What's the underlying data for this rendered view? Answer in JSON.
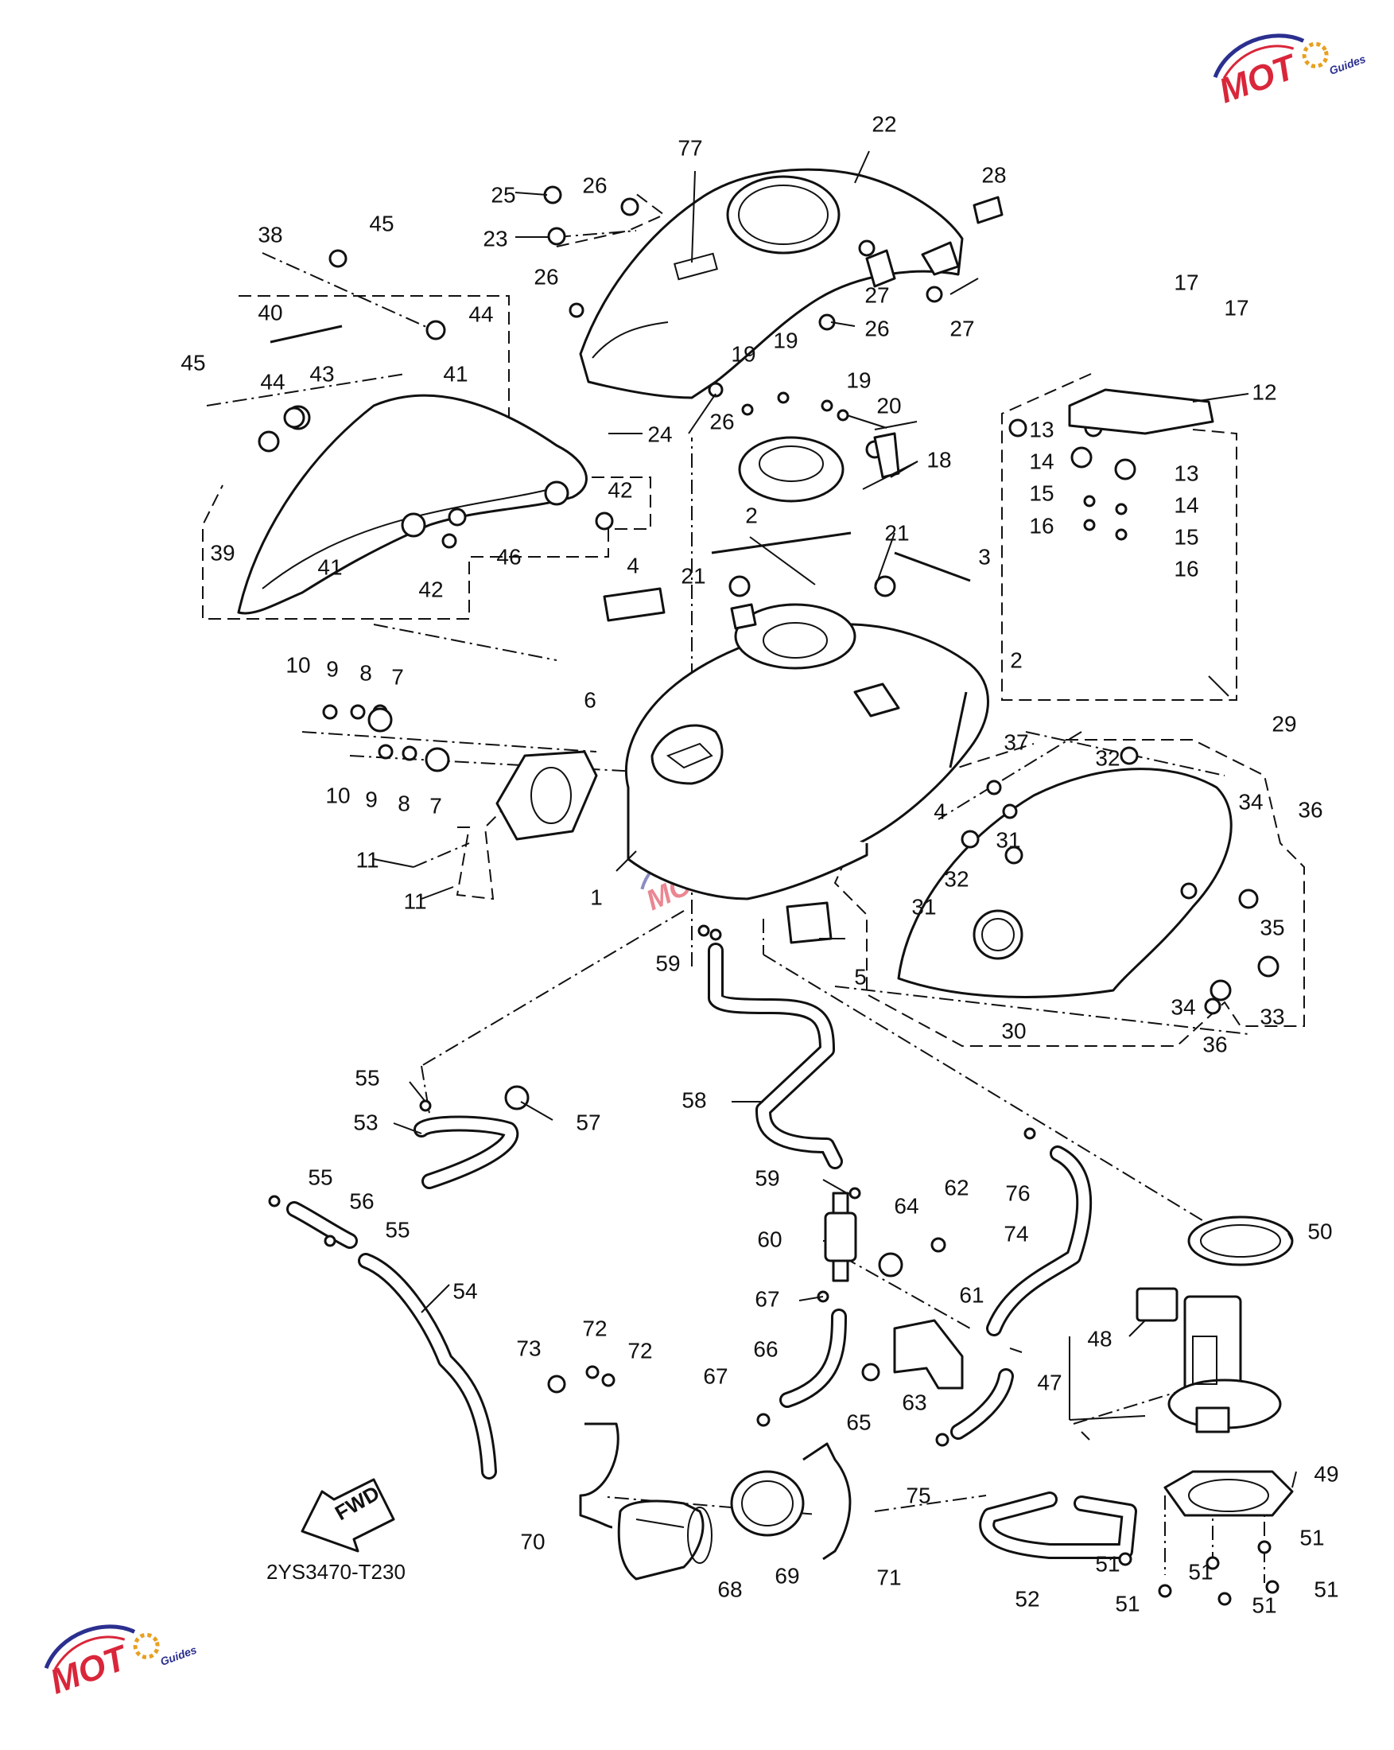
{
  "diagram": {
    "drawing_code": "2YS3470-T230",
    "direction_label": "FWD",
    "watermark": {
      "text": "MOT",
      "subtext": "Guides",
      "colors": {
        "primary": "#d9263a",
        "secondary": "#2b2f8f"
      }
    },
    "part_labels": [
      {
        "id": "1",
        "text": "1"
      },
      {
        "id": "2a",
        "text": "2"
      },
      {
        "id": "2b",
        "text": "2"
      },
      {
        "id": "3",
        "text": "3"
      },
      {
        "id": "4a",
        "text": "4"
      },
      {
        "id": "4b",
        "text": "4"
      },
      {
        "id": "5",
        "text": "5"
      },
      {
        "id": "6",
        "text": "6"
      },
      {
        "id": "7a",
        "text": "7"
      },
      {
        "id": "7b",
        "text": "7"
      },
      {
        "id": "8a",
        "text": "8"
      },
      {
        "id": "8b",
        "text": "8"
      },
      {
        "id": "9a",
        "text": "9"
      },
      {
        "id": "9b",
        "text": "9"
      },
      {
        "id": "10a",
        "text": "10"
      },
      {
        "id": "10b",
        "text": "10"
      },
      {
        "id": "11a",
        "text": "11"
      },
      {
        "id": "11b",
        "text": "11"
      },
      {
        "id": "12",
        "text": "12"
      },
      {
        "id": "13a",
        "text": "13"
      },
      {
        "id": "13b",
        "text": "13"
      },
      {
        "id": "14a",
        "text": "14"
      },
      {
        "id": "14b",
        "text": "14"
      },
      {
        "id": "15a",
        "text": "15"
      },
      {
        "id": "15b",
        "text": "15"
      },
      {
        "id": "16a",
        "text": "16"
      },
      {
        "id": "16b",
        "text": "16"
      },
      {
        "id": "17a",
        "text": "17"
      },
      {
        "id": "17b",
        "text": "17"
      },
      {
        "id": "18",
        "text": "18"
      },
      {
        "id": "19a",
        "text": "19"
      },
      {
        "id": "19b",
        "text": "19"
      },
      {
        "id": "19c",
        "text": "19"
      },
      {
        "id": "20",
        "text": "20"
      },
      {
        "id": "21a",
        "text": "21"
      },
      {
        "id": "21b",
        "text": "21"
      },
      {
        "id": "22",
        "text": "22"
      },
      {
        "id": "23",
        "text": "23"
      },
      {
        "id": "24",
        "text": "24"
      },
      {
        "id": "25",
        "text": "25"
      },
      {
        "id": "26a",
        "text": "26"
      },
      {
        "id": "26b",
        "text": "26"
      },
      {
        "id": "26c",
        "text": "26"
      },
      {
        "id": "26d",
        "text": "26"
      },
      {
        "id": "27a",
        "text": "27"
      },
      {
        "id": "27b",
        "text": "27"
      },
      {
        "id": "28",
        "text": "28"
      },
      {
        "id": "29",
        "text": "29"
      },
      {
        "id": "30",
        "text": "30"
      },
      {
        "id": "31a",
        "text": "31"
      },
      {
        "id": "31b",
        "text": "31"
      },
      {
        "id": "32a",
        "text": "32"
      },
      {
        "id": "32b",
        "text": "32"
      },
      {
        "id": "33",
        "text": "33"
      },
      {
        "id": "34a",
        "text": "34"
      },
      {
        "id": "34b",
        "text": "34"
      },
      {
        "id": "35",
        "text": "35"
      },
      {
        "id": "36a",
        "text": "36"
      },
      {
        "id": "36b",
        "text": "36"
      },
      {
        "id": "37",
        "text": "37"
      },
      {
        "id": "38",
        "text": "38"
      },
      {
        "id": "39",
        "text": "39"
      },
      {
        "id": "40",
        "text": "40"
      },
      {
        "id": "41a",
        "text": "41"
      },
      {
        "id": "41b",
        "text": "41"
      },
      {
        "id": "42a",
        "text": "42"
      },
      {
        "id": "42b",
        "text": "42"
      },
      {
        "id": "43",
        "text": "43"
      },
      {
        "id": "44a",
        "text": "44"
      },
      {
        "id": "44b",
        "text": "44"
      },
      {
        "id": "45a",
        "text": "45"
      },
      {
        "id": "45b",
        "text": "45"
      },
      {
        "id": "46",
        "text": "46"
      },
      {
        "id": "47",
        "text": "47"
      },
      {
        "id": "48",
        "text": "48"
      },
      {
        "id": "49",
        "text": "49"
      },
      {
        "id": "50",
        "text": "50"
      },
      {
        "id": "51a",
        "text": "51"
      },
      {
        "id": "51b",
        "text": "51"
      },
      {
        "id": "51c",
        "text": "51"
      },
      {
        "id": "51d",
        "text": "51"
      },
      {
        "id": "51e",
        "text": "51"
      },
      {
        "id": "51f",
        "text": "51"
      },
      {
        "id": "52",
        "text": "52"
      },
      {
        "id": "53",
        "text": "53"
      },
      {
        "id": "54",
        "text": "54"
      },
      {
        "id": "55a",
        "text": "55"
      },
      {
        "id": "55b",
        "text": "55"
      },
      {
        "id": "55c",
        "text": "55"
      },
      {
        "id": "56",
        "text": "56"
      },
      {
        "id": "57",
        "text": "57"
      },
      {
        "id": "58",
        "text": "58"
      },
      {
        "id": "59a",
        "text": "59"
      },
      {
        "id": "59b",
        "text": "59"
      },
      {
        "id": "60",
        "text": "60"
      },
      {
        "id": "61",
        "text": "61"
      },
      {
        "id": "62",
        "text": "62"
      },
      {
        "id": "63",
        "text": "63"
      },
      {
        "id": "64",
        "text": "64"
      },
      {
        "id": "65",
        "text": "65"
      },
      {
        "id": "66",
        "text": "66"
      },
      {
        "id": "67a",
        "text": "67"
      },
      {
        "id": "67b",
        "text": "67"
      },
      {
        "id": "68",
        "text": "68"
      },
      {
        "id": "69",
        "text": "69"
      },
      {
        "id": "70",
        "text": "70"
      },
      {
        "id": "71",
        "text": "71"
      },
      {
        "id": "72a",
        "text": "72"
      },
      {
        "id": "72b",
        "text": "72"
      },
      {
        "id": "73",
        "text": "73"
      },
      {
        "id": "74",
        "text": "74"
      },
      {
        "id": "75",
        "text": "75"
      },
      {
        "id": "76",
        "text": "76"
      },
      {
        "id": "77",
        "text": "77"
      }
    ]
  }
}
